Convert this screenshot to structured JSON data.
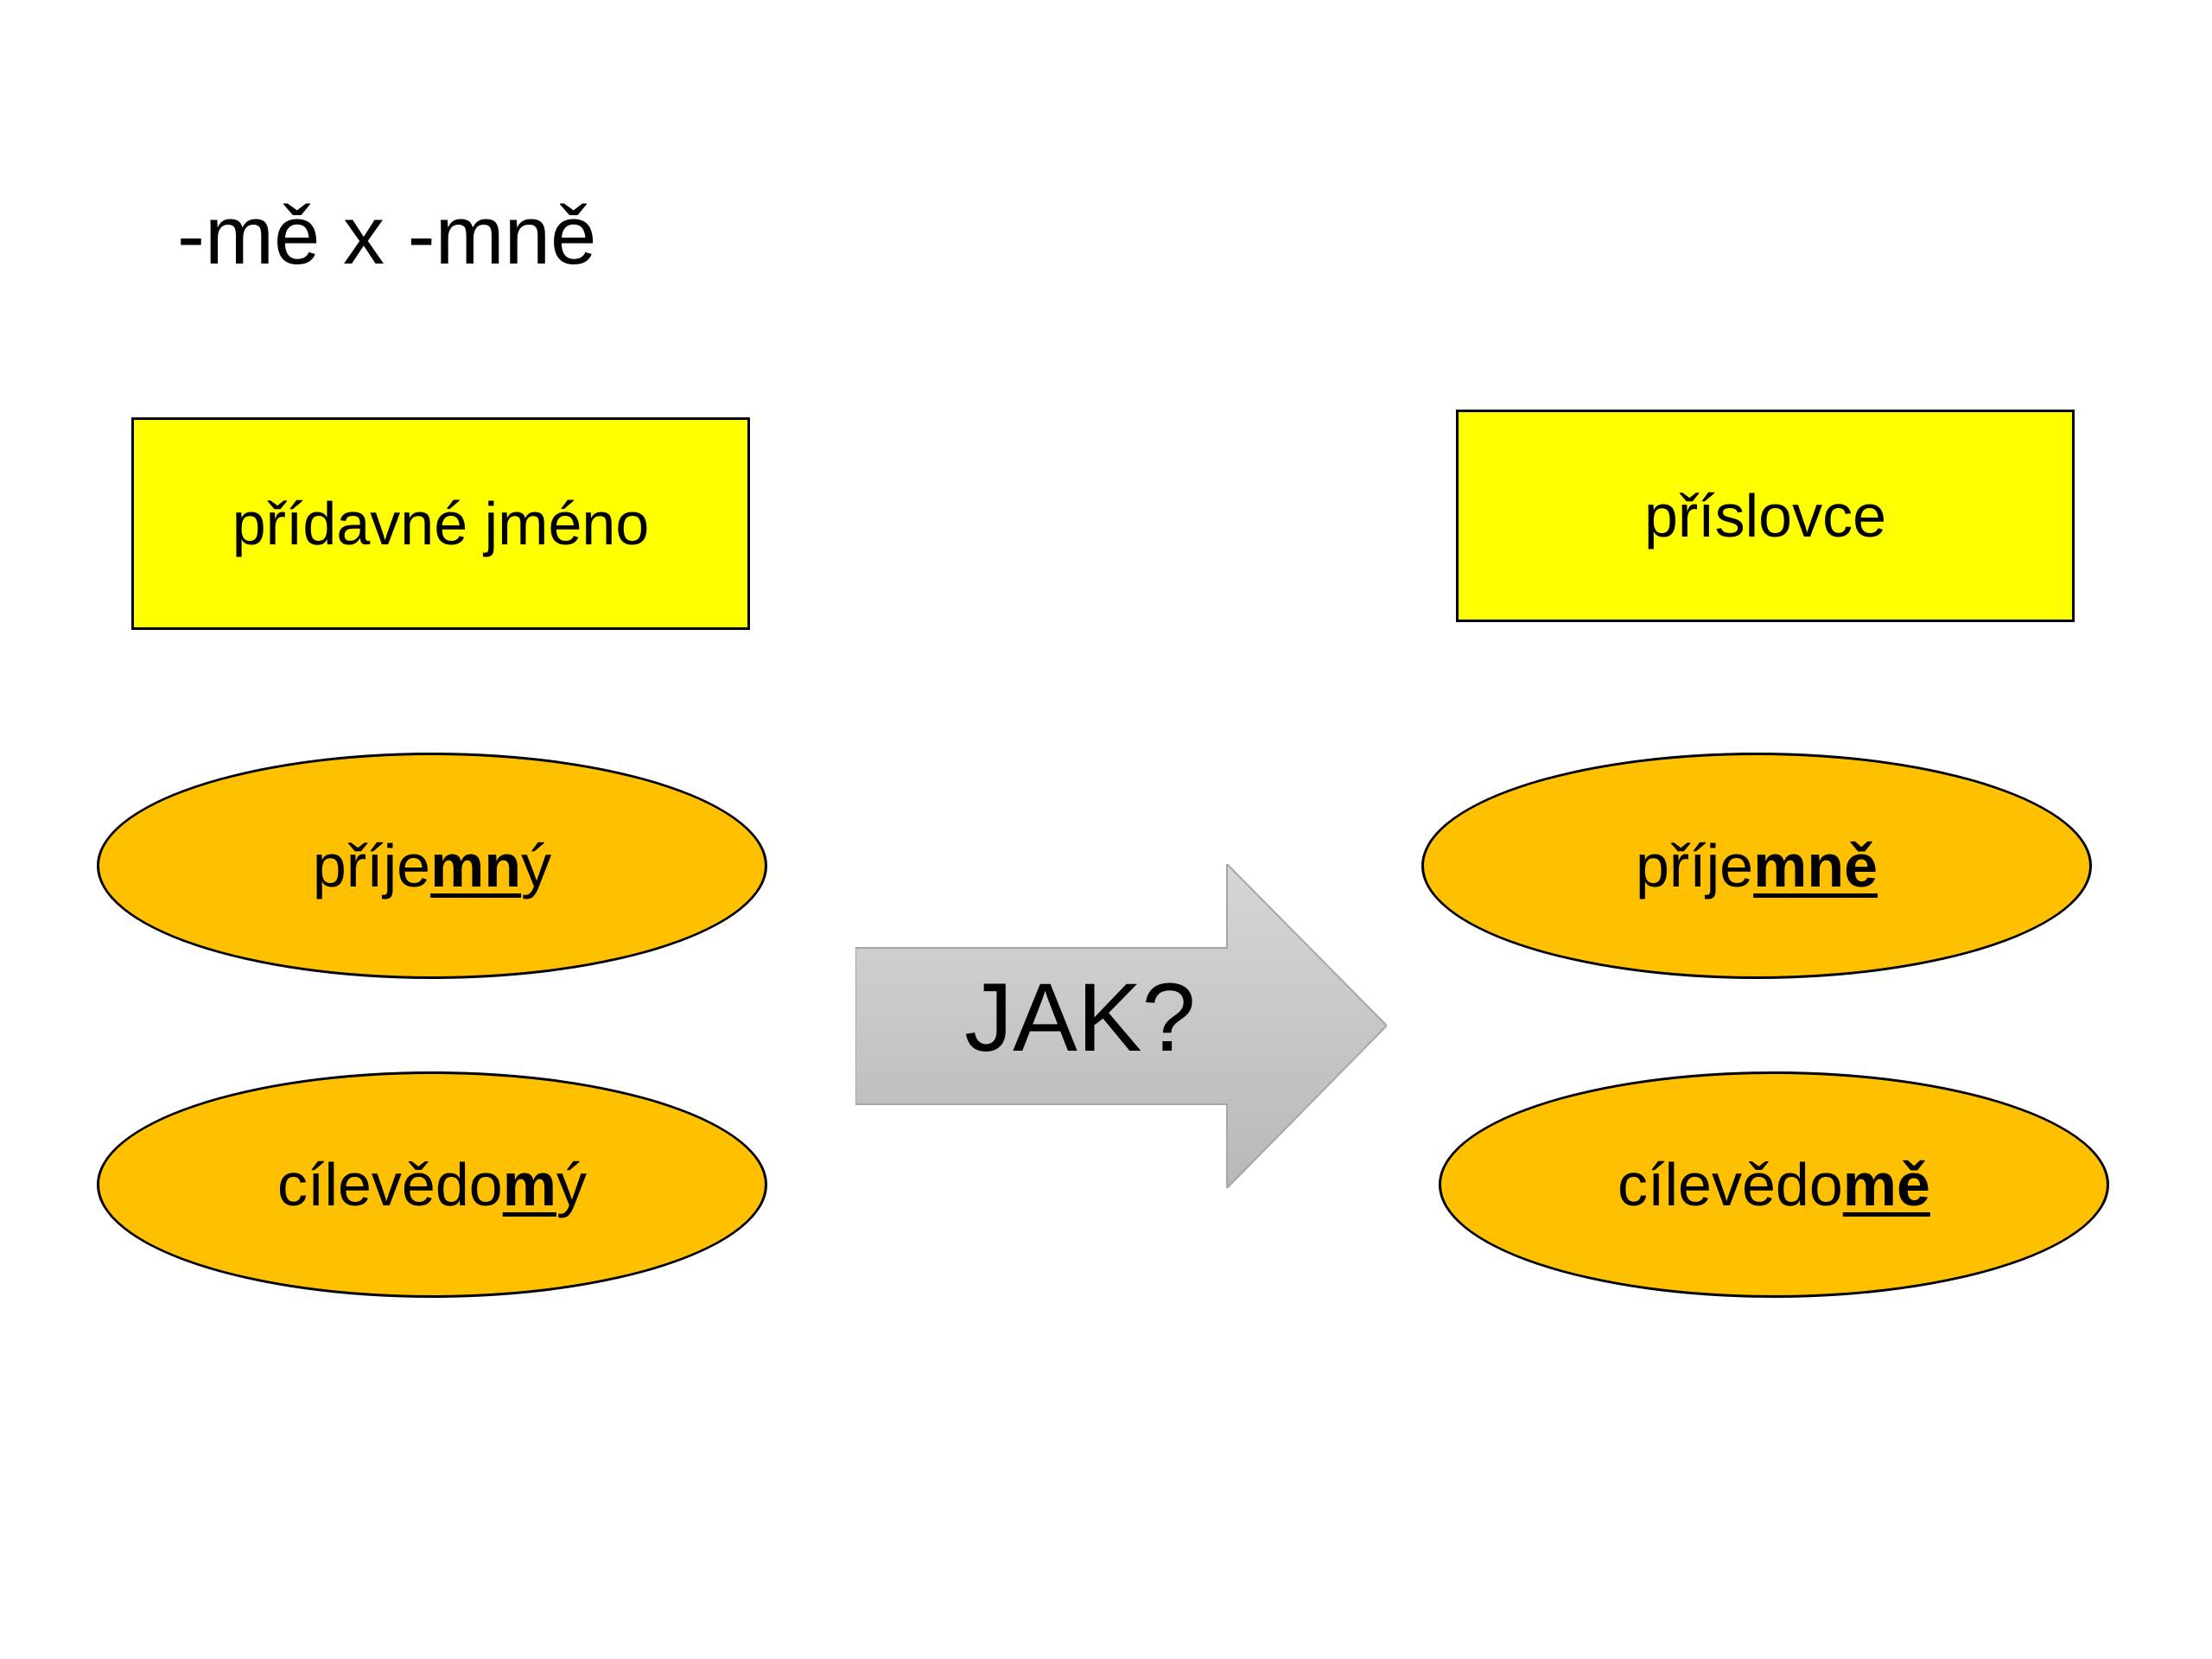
{
  "title": "-mě x -mně",
  "left_column": {
    "header": "přídavné jméno",
    "items": [
      {
        "stem": "příje",
        "ending": "mn",
        "tail": "ý"
      },
      {
        "stem": "cílevědo",
        "ending": "m",
        "tail": "ý"
      }
    ]
  },
  "right_column": {
    "header": "příslovce",
    "items": [
      {
        "stem": "příje",
        "ending": "mně",
        "tail": ""
      },
      {
        "stem": "cílevědo",
        "ending": "mě",
        "tail": ""
      }
    ]
  },
  "arrow": {
    "label": "JAK?"
  },
  "colors": {
    "header_fill": "#ffff00",
    "item_fill": "#ffc000",
    "arrow_fill": "#c8c8c8"
  }
}
